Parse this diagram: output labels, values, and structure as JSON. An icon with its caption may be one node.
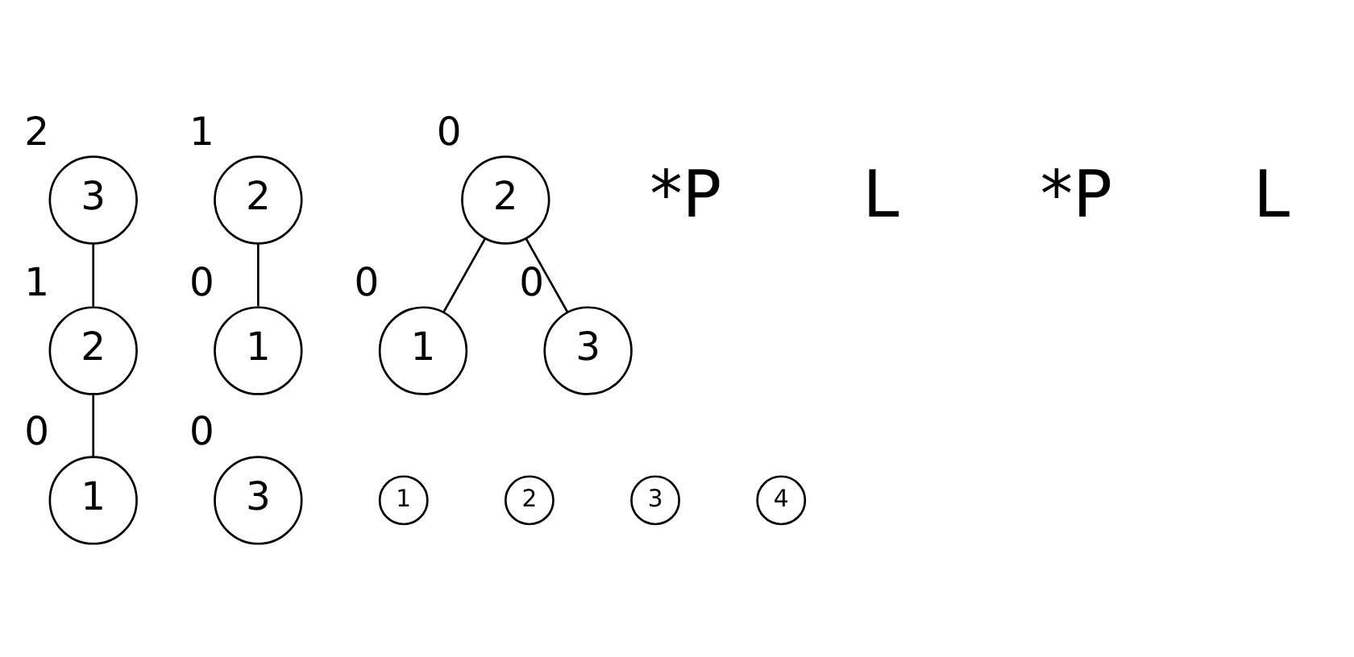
{
  "diagram": {
    "nodes": [
      {
        "text": [
          "3"
        ],
        "beside": [
          "2"
        ]
      },
      {
        "text": [
          "2"
        ],
        "beside": [
          "1"
        ]
      },
      {
        "text": [
          "1"
        ],
        "beside": [
          "0"
        ]
      },
      {
        "text": [
          "2"
        ],
        "beside": [
          "1"
        ]
      },
      {
        "text": [
          "1"
        ],
        "beside": [
          "0"
        ]
      },
      {
        "text": [
          "3"
        ],
        "beside": [
          "0"
        ]
      },
      {
        "text": [
          "2"
        ],
        "beside": [
          "0"
        ]
      },
      {
        "text": [
          "1"
        ],
        "beside": [
          "0"
        ]
      },
      {
        "text": [
          "3"
        ],
        "beside": [
          "0"
        ]
      },
      {
        "text": [
          "1"
        ]
      },
      {
        "text": [
          "2"
        ]
      },
      {
        "text": [
          "3"
        ]
      },
      {
        "text": [
          "4"
        ]
      }
    ],
    "edges": [
      {
        "from": 0,
        "to": 1,
        "arrow": "none"
      },
      {
        "from": 1,
        "to": 2,
        "arrow": "none"
      },
      {
        "from": 3,
        "to": 4,
        "arrow": "none"
      },
      {
        "from": 6,
        "to": 7,
        "arrow": "none"
      },
      {
        "from": 6,
        "to": 8,
        "arrow": "none"
      }
    ],
    "labels": [
      "*P",
      "L",
      "*P",
      "L"
    ]
  }
}
